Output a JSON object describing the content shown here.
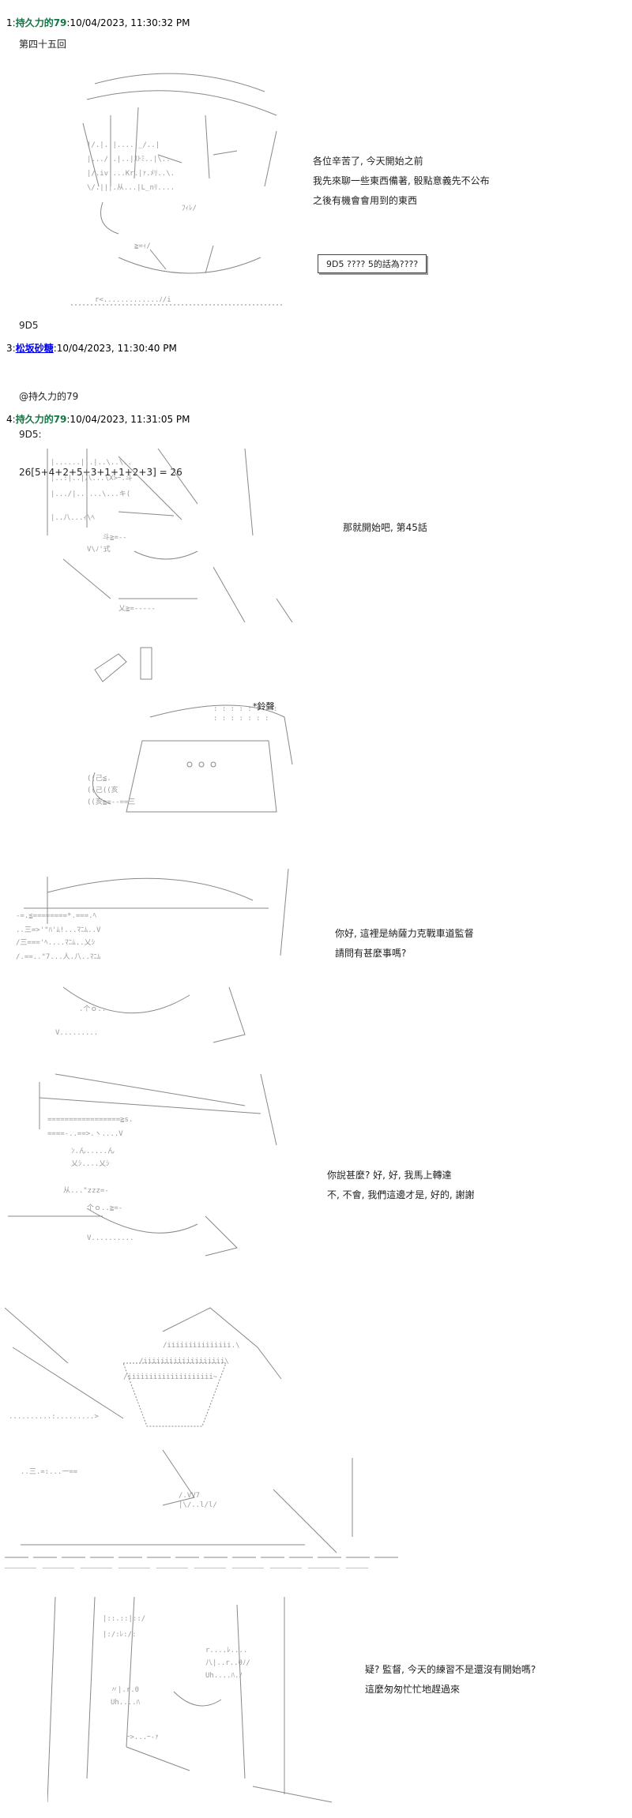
{
  "posts": [
    {
      "num": "1",
      "sep": ":",
      "name": "持久力的79",
      "date": ":10/04/2023, 11:30:32 PM"
    },
    {
      "num": "3",
      "sep": ":",
      "name": "松坂砂糖",
      "date": ":10/04/2023, 11:30:40 PM"
    },
    {
      "num": "4",
      "sep": ":",
      "name": "持久力的79",
      "date": ":10/04/2023, 11:31:05 PM"
    }
  ],
  "post1": {
    "chapter": "第四十五回",
    "dialog": [
      "各位辛苦了, 今天開始之前",
      "我先來聊一些東西備著, 骰點意義先不公布",
      "之後有機會會用到的東西"
    ],
    "dice_box": "9D5 ???? 5的話為????",
    "footer": "9D5"
  },
  "post3": {
    "lines": [
      "@持久力的79",
      "9D5:",
      "26[5+4+2+5+3+1+1+2+3] = 26"
    ]
  },
  "post4": {
    "dialog1": "那就開始吧, 第45話",
    "sfx": "*鈴聲",
    "dialog2": [
      "你好, 這裡是納薩力克戰車道監督",
      "請問有甚麼事嗎?"
    ],
    "dialog3": [
      "你說甚麼? 好, 好, 我馬上轉達",
      "不, 不會, 我們這邊才是, 好的, 謝謝"
    ],
    "dialog4": [
      "疑? 監督, 今天的練習不是還沒有開始嗎?",
      "這麼匆匆忙忙地趕過來"
    ]
  }
}
